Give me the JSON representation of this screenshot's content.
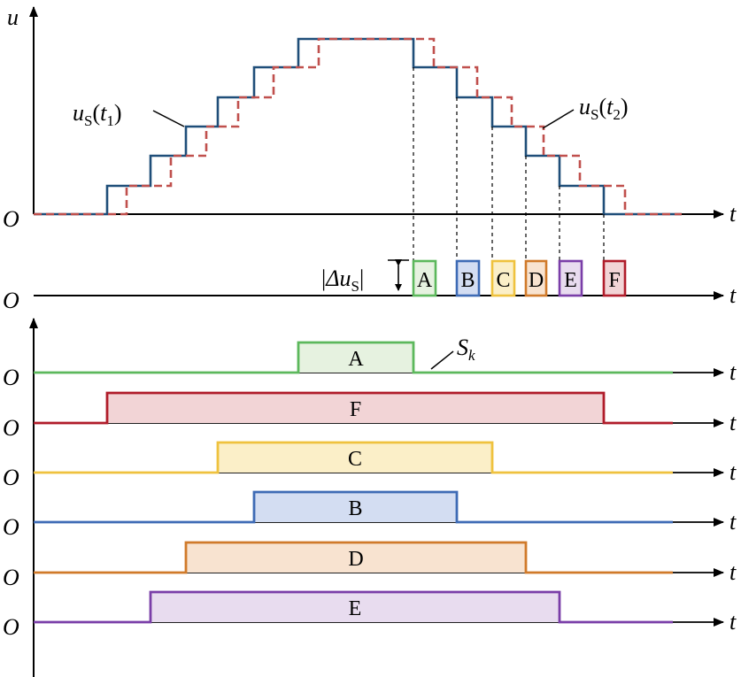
{
  "top_plot": {
    "y_axis_label": "u",
    "origin_label": "O",
    "t_label": "t",
    "us_prefix": "u",
    "us_sub": "S",
    "t1_base": "t",
    "t1_sub": "1",
    "t2_base": "t",
    "t2_sub": "2",
    "paren_open": "(",
    "paren_close": ")",
    "curve1_color": "#1f4e79",
    "curve2_color": "#c0504d"
  },
  "delta_plot": {
    "origin_label": "O",
    "t_label": "t",
    "abs_bar": "|",
    "delta_symbol": "Δu",
    "delta_sub": "S",
    "boxes": [
      {
        "label": "A",
        "border": "#5cb85c",
        "fill": "#e6f2e0"
      },
      {
        "label": "B",
        "border": "#3e6bb5",
        "fill": "#d3ddf2"
      },
      {
        "label": "C",
        "border": "#efc23e",
        "fill": "#fbefc8"
      },
      {
        "label": "D",
        "border": "#d07a2a",
        "fill": "#f8e3d0"
      },
      {
        "label": "E",
        "border": "#7a3ea8",
        "fill": "#e8dcef"
      },
      {
        "label": "F",
        "border": "#b01c2a",
        "fill": "#f2d4d6"
      }
    ]
  },
  "bottom_plot": {
    "sk_label": "S",
    "sk_sub": "k",
    "rows": [
      {
        "label": "A",
        "color": "#5cb85c",
        "fill": "#e6f2e0",
        "origin": "O",
        "t": "t"
      },
      {
        "label": "F",
        "color": "#b01c2a",
        "fill": "#f2d4d6",
        "origin": "O",
        "t": "t"
      },
      {
        "label": "C",
        "color": "#efc23e",
        "fill": "#fbefc8",
        "origin": "O",
        "t": "t"
      },
      {
        "label": "B",
        "color": "#3e6bb5",
        "fill": "#d3ddf2",
        "origin": "O",
        "t": "t"
      },
      {
        "label": "D",
        "color": "#d07a2a",
        "fill": "#f8e3d0",
        "origin": "O",
        "t": "t"
      },
      {
        "label": "E",
        "color": "#7a3ea8",
        "fill": "#e8dcef",
        "origin": "O",
        "t": "t"
      }
    ]
  }
}
